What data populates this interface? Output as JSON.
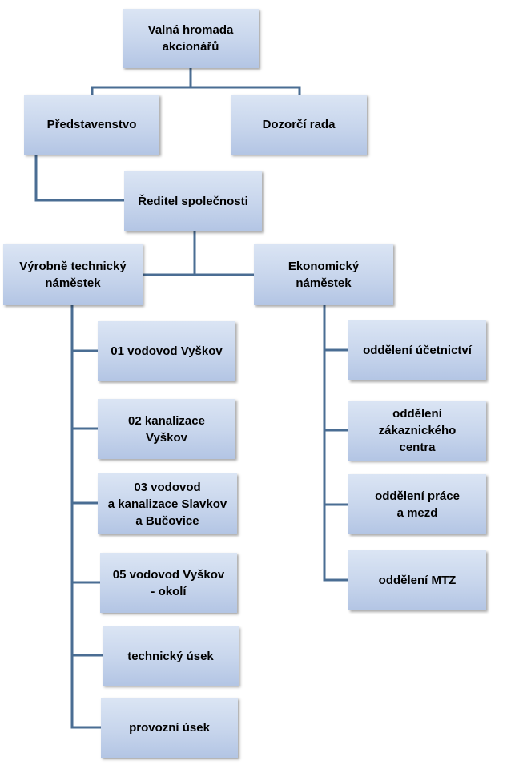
{
  "org_chart": {
    "nodes": {
      "general_meeting": "Valná hromada\nakcionářů",
      "board_of_directors": "Představenstvo",
      "supervisory_board": "Dozorčí rada",
      "company_director": "Ředitel společnosti",
      "technical_deputy": "Výrobně technický\nnáměstek",
      "economic_deputy": "Ekonomický\nnáměstek",
      "unit_01": "01 vodovod Vyškov",
      "unit_02": "02 kanalizace\nVyškov",
      "unit_03": "03 vodovod\na kanalizace Slavkov\na Bučovice",
      "unit_05": "05 vodovod Vyškov\n- okolí",
      "technical_section": "technický úsek",
      "operations_section": "provozní úsek",
      "accounting_dept": "oddělení účetnictví",
      "customer_center_dept": "oddělení\nzákaznického\ncentra",
      "labor_wages_dept": "oddělení práce\na mezd",
      "mtz_dept": "oddělení MTZ"
    }
  },
  "colors": {
    "node_fill": "#c7d5ec",
    "connector": "#4a6d93"
  }
}
